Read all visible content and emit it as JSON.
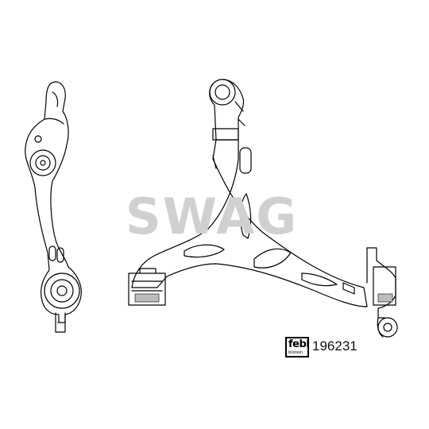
{
  "watermark": {
    "text": "SWAG"
  },
  "badge": {
    "logo": "febi",
    "subtext": "bilstein"
  },
  "part_number": "196231",
  "colors": {
    "line": "#000000",
    "watermark": "#d0d0d0",
    "background": "#ffffff"
  }
}
